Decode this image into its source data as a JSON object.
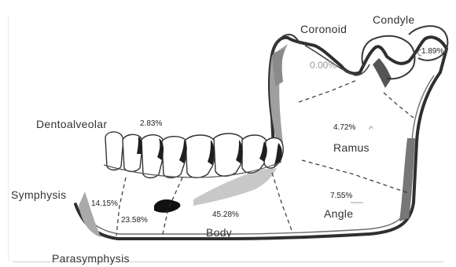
{
  "regions": {
    "coronoid": "Coronoid",
    "condyle": "Condyle",
    "dentoalveolar": "Dentoalveolar",
    "ramus": "Ramus",
    "symphysis": "Symphysis",
    "angle": "Angle",
    "body": "Body",
    "parasymphysis": "Parasymphysis"
  },
  "percentages": {
    "coronoid": "0.00%",
    "condyle": "1.89%",
    "dentoalveolar": "2.83%",
    "ramus": "4.72%",
    "symphysis": "14.15%",
    "parasymphysis": "23.58%",
    "body": "45.28%",
    "angle": "7.55%"
  }
}
